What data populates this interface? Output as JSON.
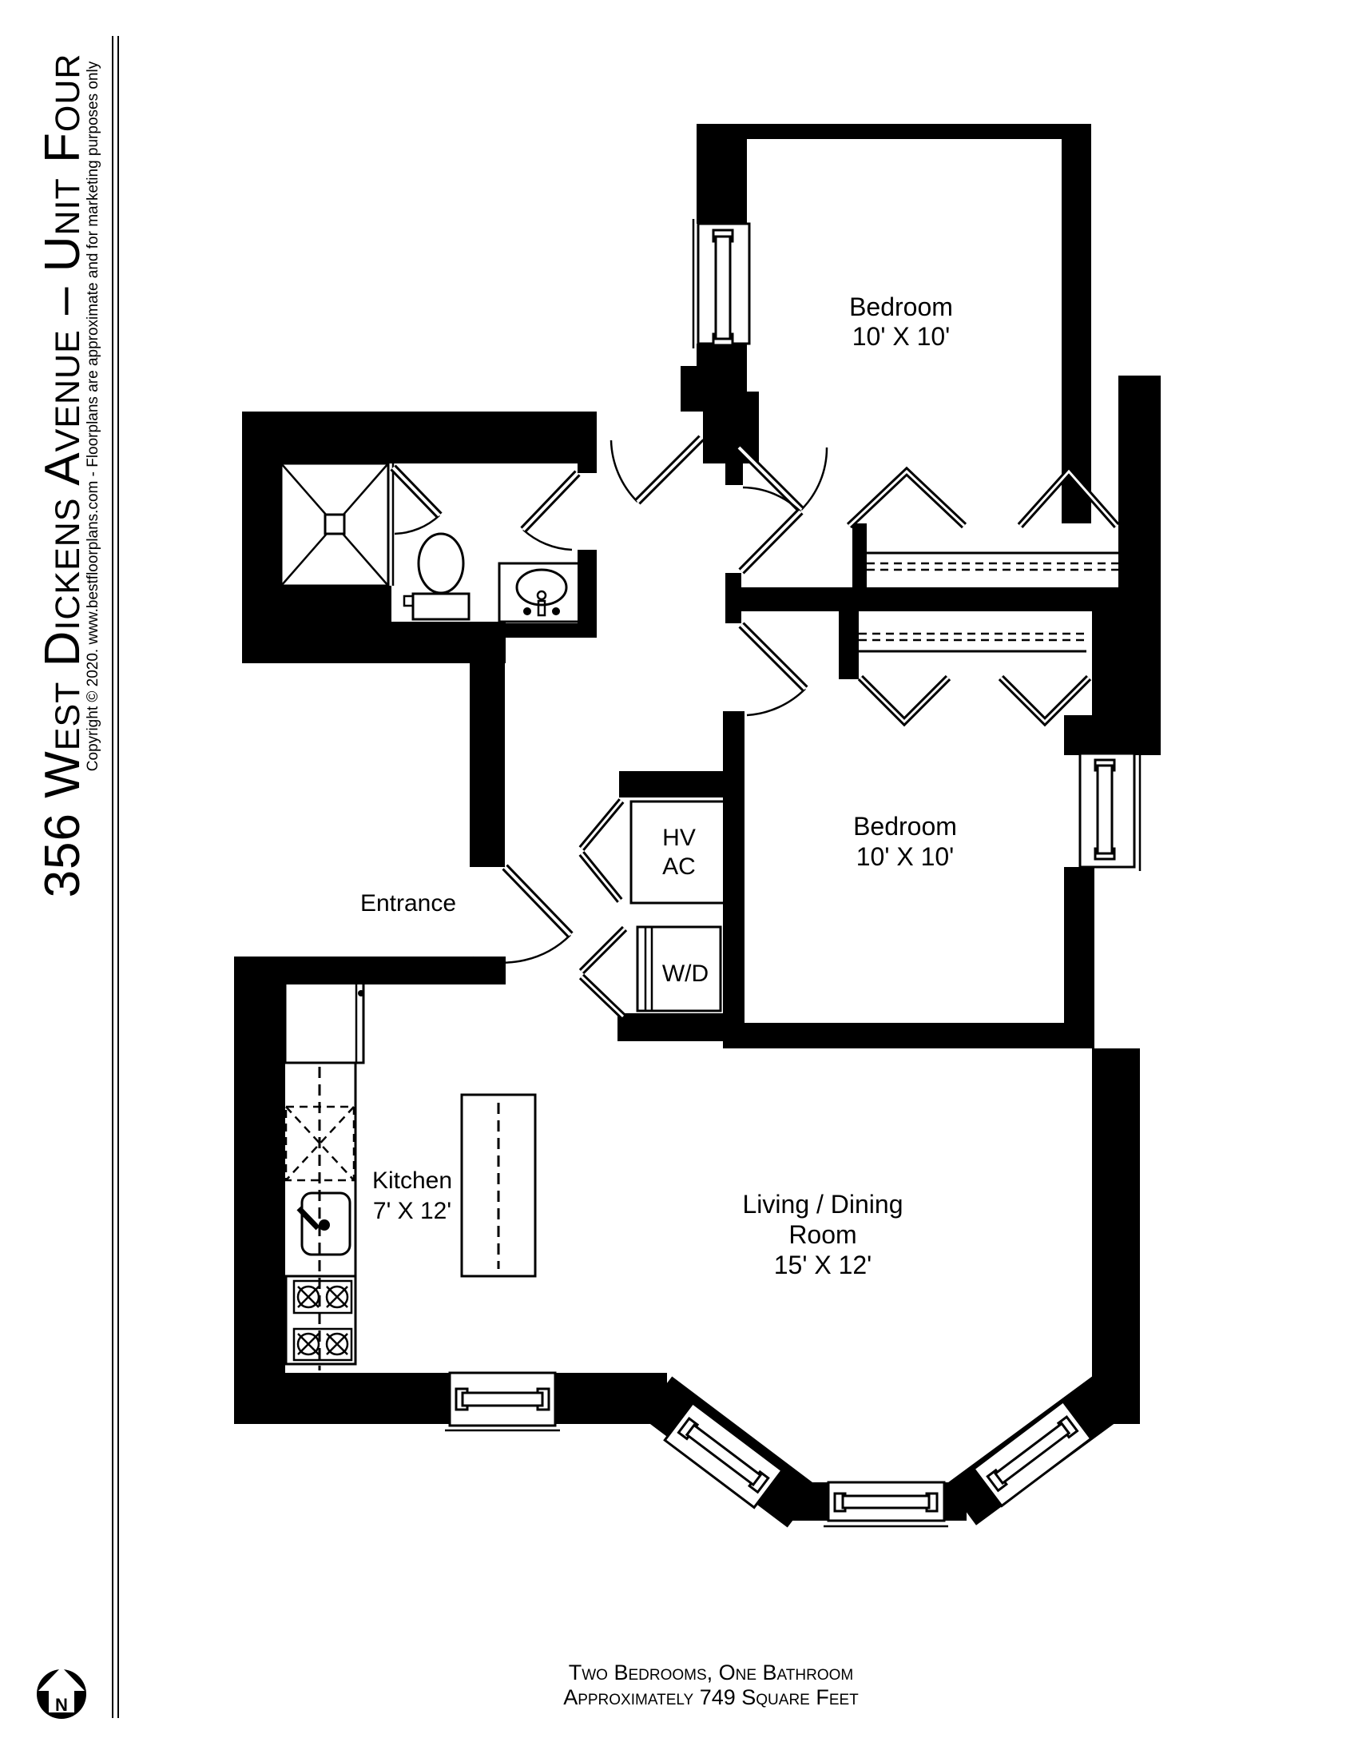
{
  "page": {
    "title": "356 West Dickens Avenue – Unit Four",
    "copyright": "Copyright © 2020. www.bestfloorplans.com - Floorplans are approximate and for marketing purposes only",
    "footer_line1": "Two Bedrooms, One Bathroom",
    "footer_line2": "Approximately 749 Square Feet",
    "north_label": "N",
    "colors": {
      "wall": "#000000",
      "background": "#ffffff"
    }
  },
  "rooms": {
    "bedroom_top": {
      "name": "Bedroom",
      "dims": "10' X 10'"
    },
    "bedroom_mid": {
      "name": "Bedroom",
      "dims": "10' X 10'"
    },
    "kitchen": {
      "name": "Kitchen",
      "dims": "7' X 12'"
    },
    "living": {
      "line1": "Living / Dining",
      "line2": "Room",
      "dims": "15' X 12'"
    },
    "entrance": {
      "name": "Entrance"
    },
    "hvac": {
      "line1": "HV",
      "line2": "AC"
    },
    "laundry": {
      "label": "W/D"
    }
  }
}
